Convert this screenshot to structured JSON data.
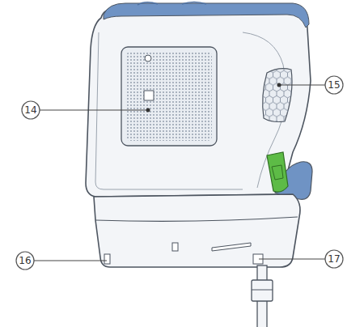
{
  "diagram": {
    "labels": [
      "14",
      "15",
      "16",
      "17"
    ]
  }
}
